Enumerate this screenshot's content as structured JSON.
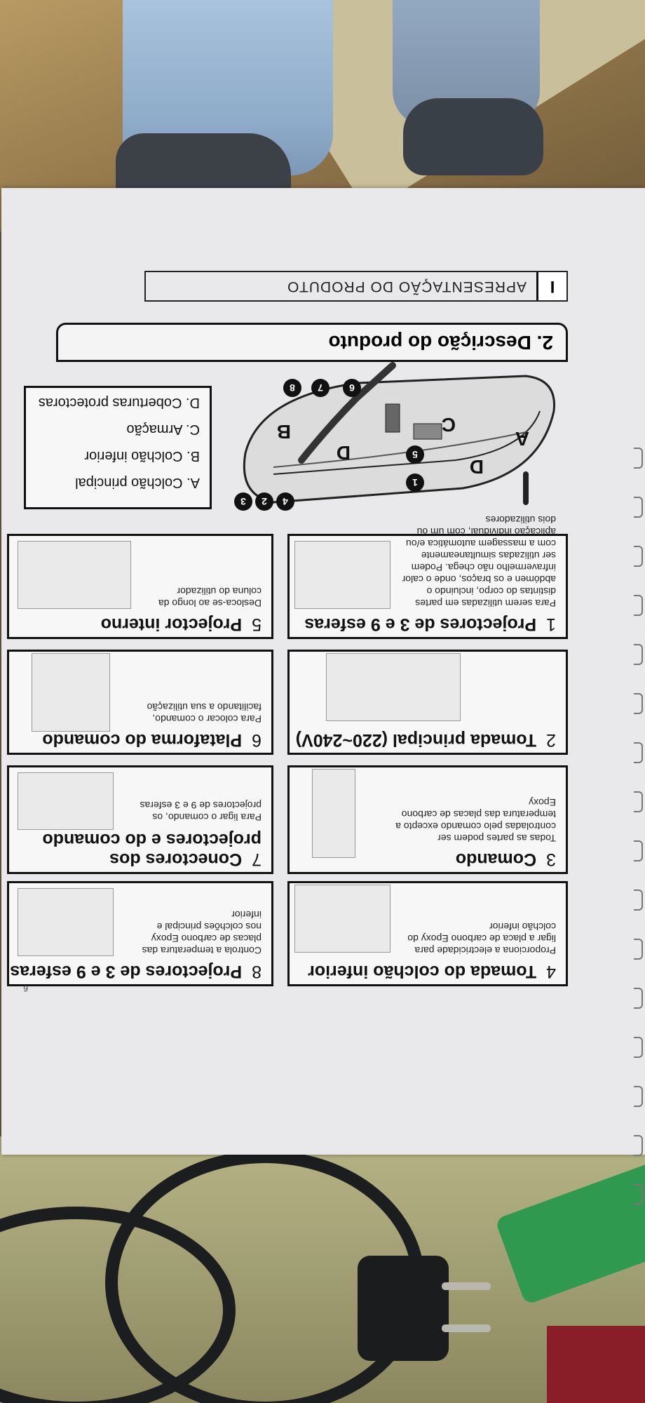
{
  "header": {
    "section_number": "I",
    "title": "APRESENTAÇÃO DO PRODUTO"
  },
  "section": {
    "title": "2. Descrição do produto"
  },
  "legend": [
    "A. Colchão principal",
    "B. Colchão inferior",
    "C. Armação",
    "D. Coberturas protectoras"
  ],
  "diagram": {
    "letters": [
      "A",
      "B",
      "C",
      "D",
      "D"
    ],
    "badges": [
      "1",
      "2",
      "3",
      "4",
      "5",
      "6",
      "7",
      "8"
    ]
  },
  "items": [
    {
      "num": "1",
      "title": "Projectores de 3 e 9 esferas",
      "desc": "Para serem utilizadas em partes distintas do corpo, incluindo o abdómen e os braços, onde o calor infravermelho não chega. Podem ser utilizadas simultaneamente com a massagem automática e/ou aplicação individual, com um ou dois utilizadores"
    },
    {
      "num": "2",
      "title": "Tomada principal (220~240V)",
      "desc": ""
    },
    {
      "num": "3",
      "title": "Comando",
      "desc": "Todas as partes podem ser controladas pelo comando excepto a temperatura das placas de carbono Epoxy"
    },
    {
      "num": "4",
      "title": "Tomada do colchão inferior",
      "desc": "Proporciona a electricidade para ligar a placa de carbono Epoxy do colchão inferior"
    },
    {
      "num": "5",
      "title": "Projector interno",
      "desc": "Desloca-se ao longo da coluna do utilizador"
    },
    {
      "num": "6",
      "title": "Plataforma do comando",
      "desc": "Para colocar o comando, facilitando a sua utilização"
    },
    {
      "num": "7",
      "title": "Conectores dos projectores e do comando",
      "desc": "Para ligar o comando, os projectores de 9 e 3 esferas"
    },
    {
      "num": "8",
      "title": "Projectores de 3 e 9 esferas",
      "desc": "Controla a temperatura das placas de carbono Epoxy nos colchões principal e inferior"
    }
  ],
  "page_number": "6"
}
